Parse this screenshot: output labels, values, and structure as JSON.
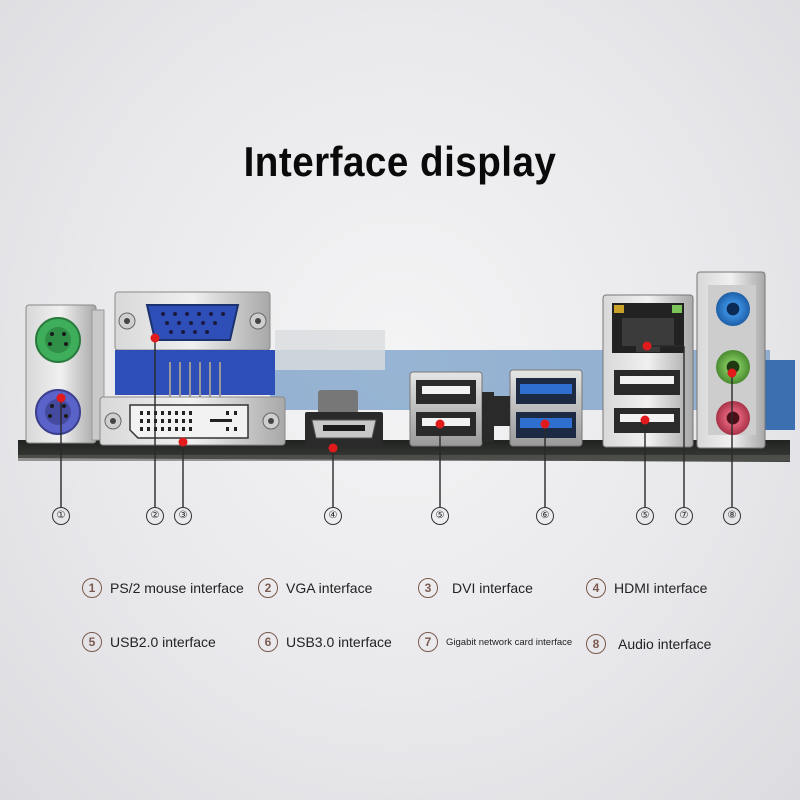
{
  "title": "Interface display",
  "markers": [
    "①",
    "②",
    "③",
    "④",
    "⑤",
    "⑥",
    "⑤",
    "⑦",
    "⑧"
  ],
  "legend": [
    {
      "num": "1",
      "label": "PS/2 mouse interface"
    },
    {
      "num": "2",
      "label": "VGA interface"
    },
    {
      "num": "3",
      "label": "DVI interface"
    },
    {
      "num": "4",
      "label": "HDMI interface"
    },
    {
      "num": "5",
      "label": "USB2.0 interface"
    },
    {
      "num": "6",
      "label": "USB3.0 interface"
    },
    {
      "num": "7",
      "label": "Gigabit network card interface"
    },
    {
      "num": "8",
      "label": "Audio interface"
    }
  ],
  "colors": {
    "pointer": "#e11b1b",
    "ps2_mouse": "#3fae5a",
    "ps2_keyboard": "#5a63c9",
    "vga": "#2d4fb7",
    "usb3": "#2f6fd0",
    "audio_blue": "#2f86d6",
    "audio_green": "#6ab04c",
    "audio_pink": "#d94b62",
    "board": "#2a2d2a"
  }
}
